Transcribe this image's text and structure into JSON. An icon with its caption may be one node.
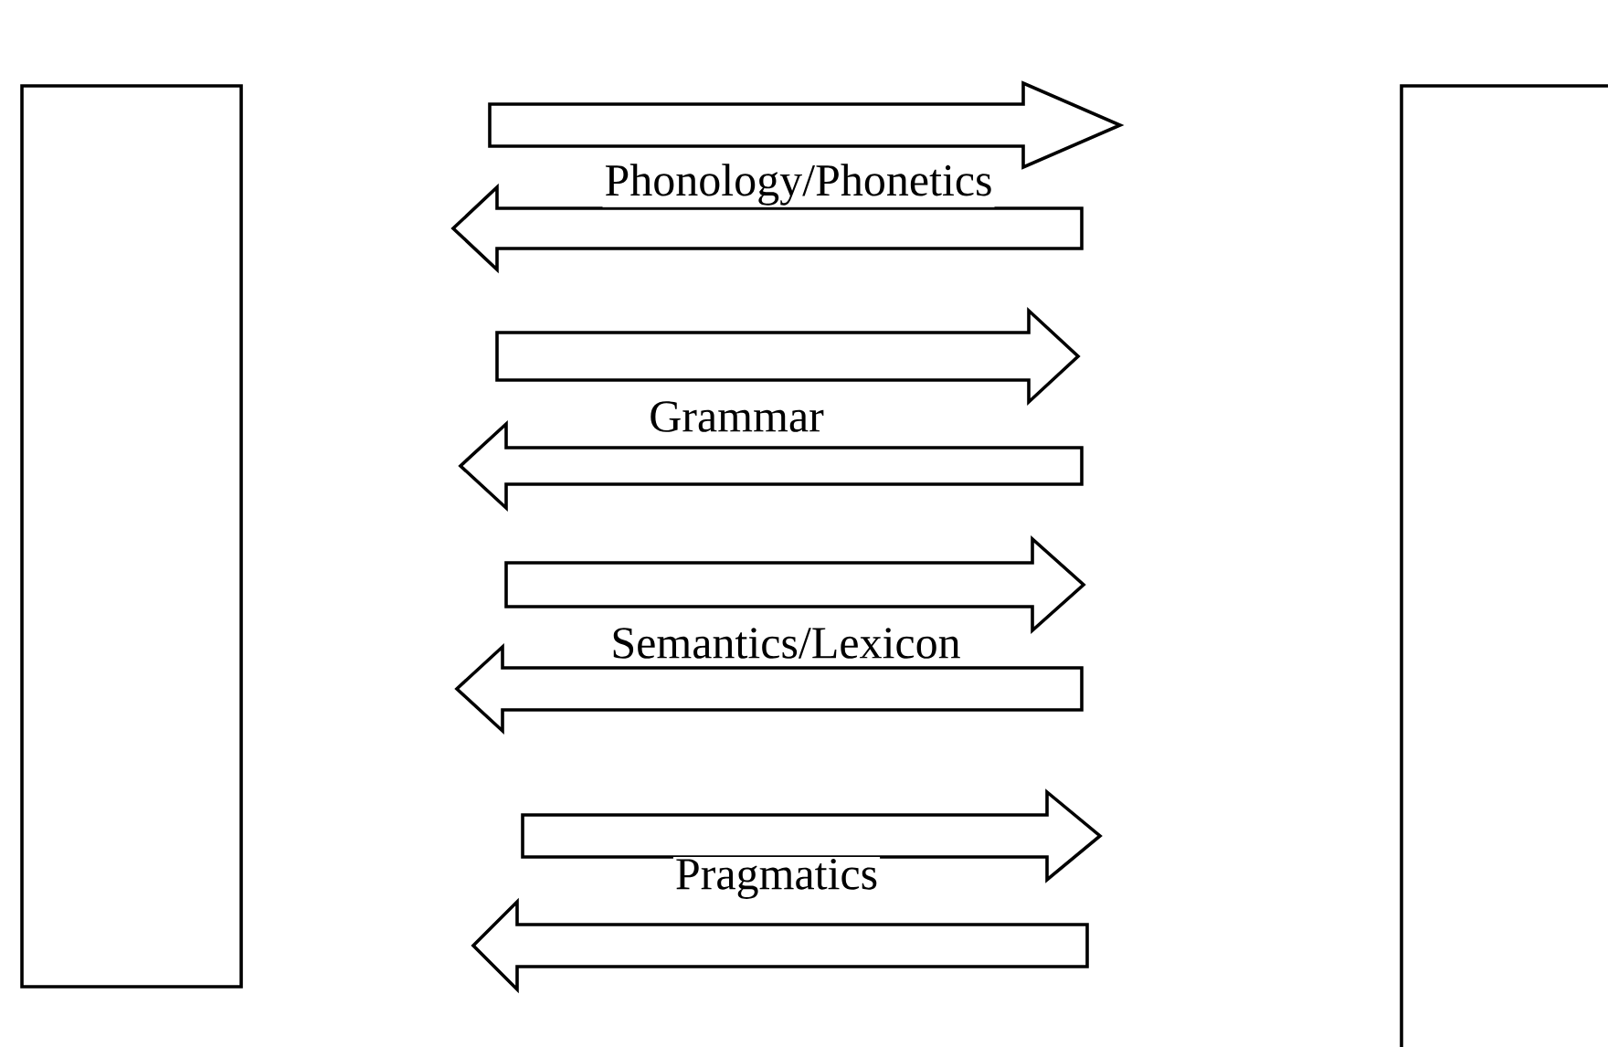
{
  "diagram": {
    "nodes": [
      {
        "text": [],
        "shape": "box"
      },
      {
        "text": [],
        "shape": "box"
      }
    ],
    "edges": [
      {
        "from": 0,
        "to": 1,
        "arrow": "to",
        "label": "Phonology/Phonetics"
      },
      {
        "from": 1,
        "to": 0,
        "arrow": "to"
      },
      {
        "from": 0,
        "to": 1,
        "arrow": "to",
        "label": "Grammar"
      },
      {
        "from": 1,
        "to": 0,
        "arrow": "to"
      },
      {
        "from": 0,
        "to": 1,
        "arrow": "to",
        "label": "Semantics/Lexicon"
      },
      {
        "from": 1,
        "to": 0,
        "arrow": "to"
      },
      {
        "from": 0,
        "to": 1,
        "arrow": "to",
        "label": "Pragmatics"
      },
      {
        "from": 1,
        "to": 0,
        "arrow": "to"
      }
    ]
  }
}
